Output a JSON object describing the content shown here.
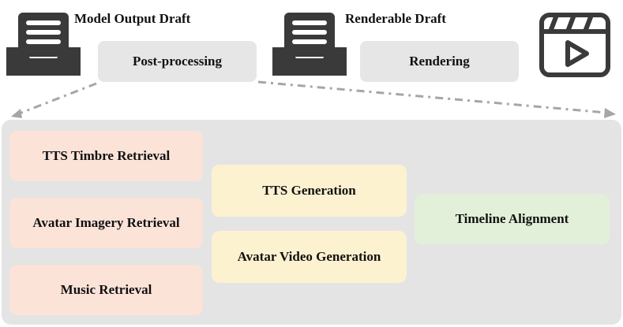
{
  "top": {
    "draft_output_label": "Model Output Draft",
    "draft_renderable_label": "Renderable Draft",
    "postprocess_label": "Post-processing",
    "rendering_label": "Rendering"
  },
  "retrieval": [
    {
      "label": "TTS Timbre Retrieval"
    },
    {
      "label": "Avatar Imagery Retrieval"
    },
    {
      "label": "Music Retrieval"
    }
  ],
  "generation": [
    {
      "label": "TTS Generation"
    },
    {
      "label": "Avatar Video Generation"
    }
  ],
  "alignment": {
    "label": "Timeline Alignment"
  },
  "colors": {
    "retrieval": "#fbe3d8",
    "generation": "#fdf2d0",
    "alignment": "#e3f0d9",
    "panel": "#e4e4e4",
    "icon": "#3a3a3a",
    "arrow": "#a6a6a6"
  },
  "icons": {
    "draft_output": "document-tray-icon",
    "draft_renderable": "document-tray-icon",
    "video": "video-player-icon"
  }
}
